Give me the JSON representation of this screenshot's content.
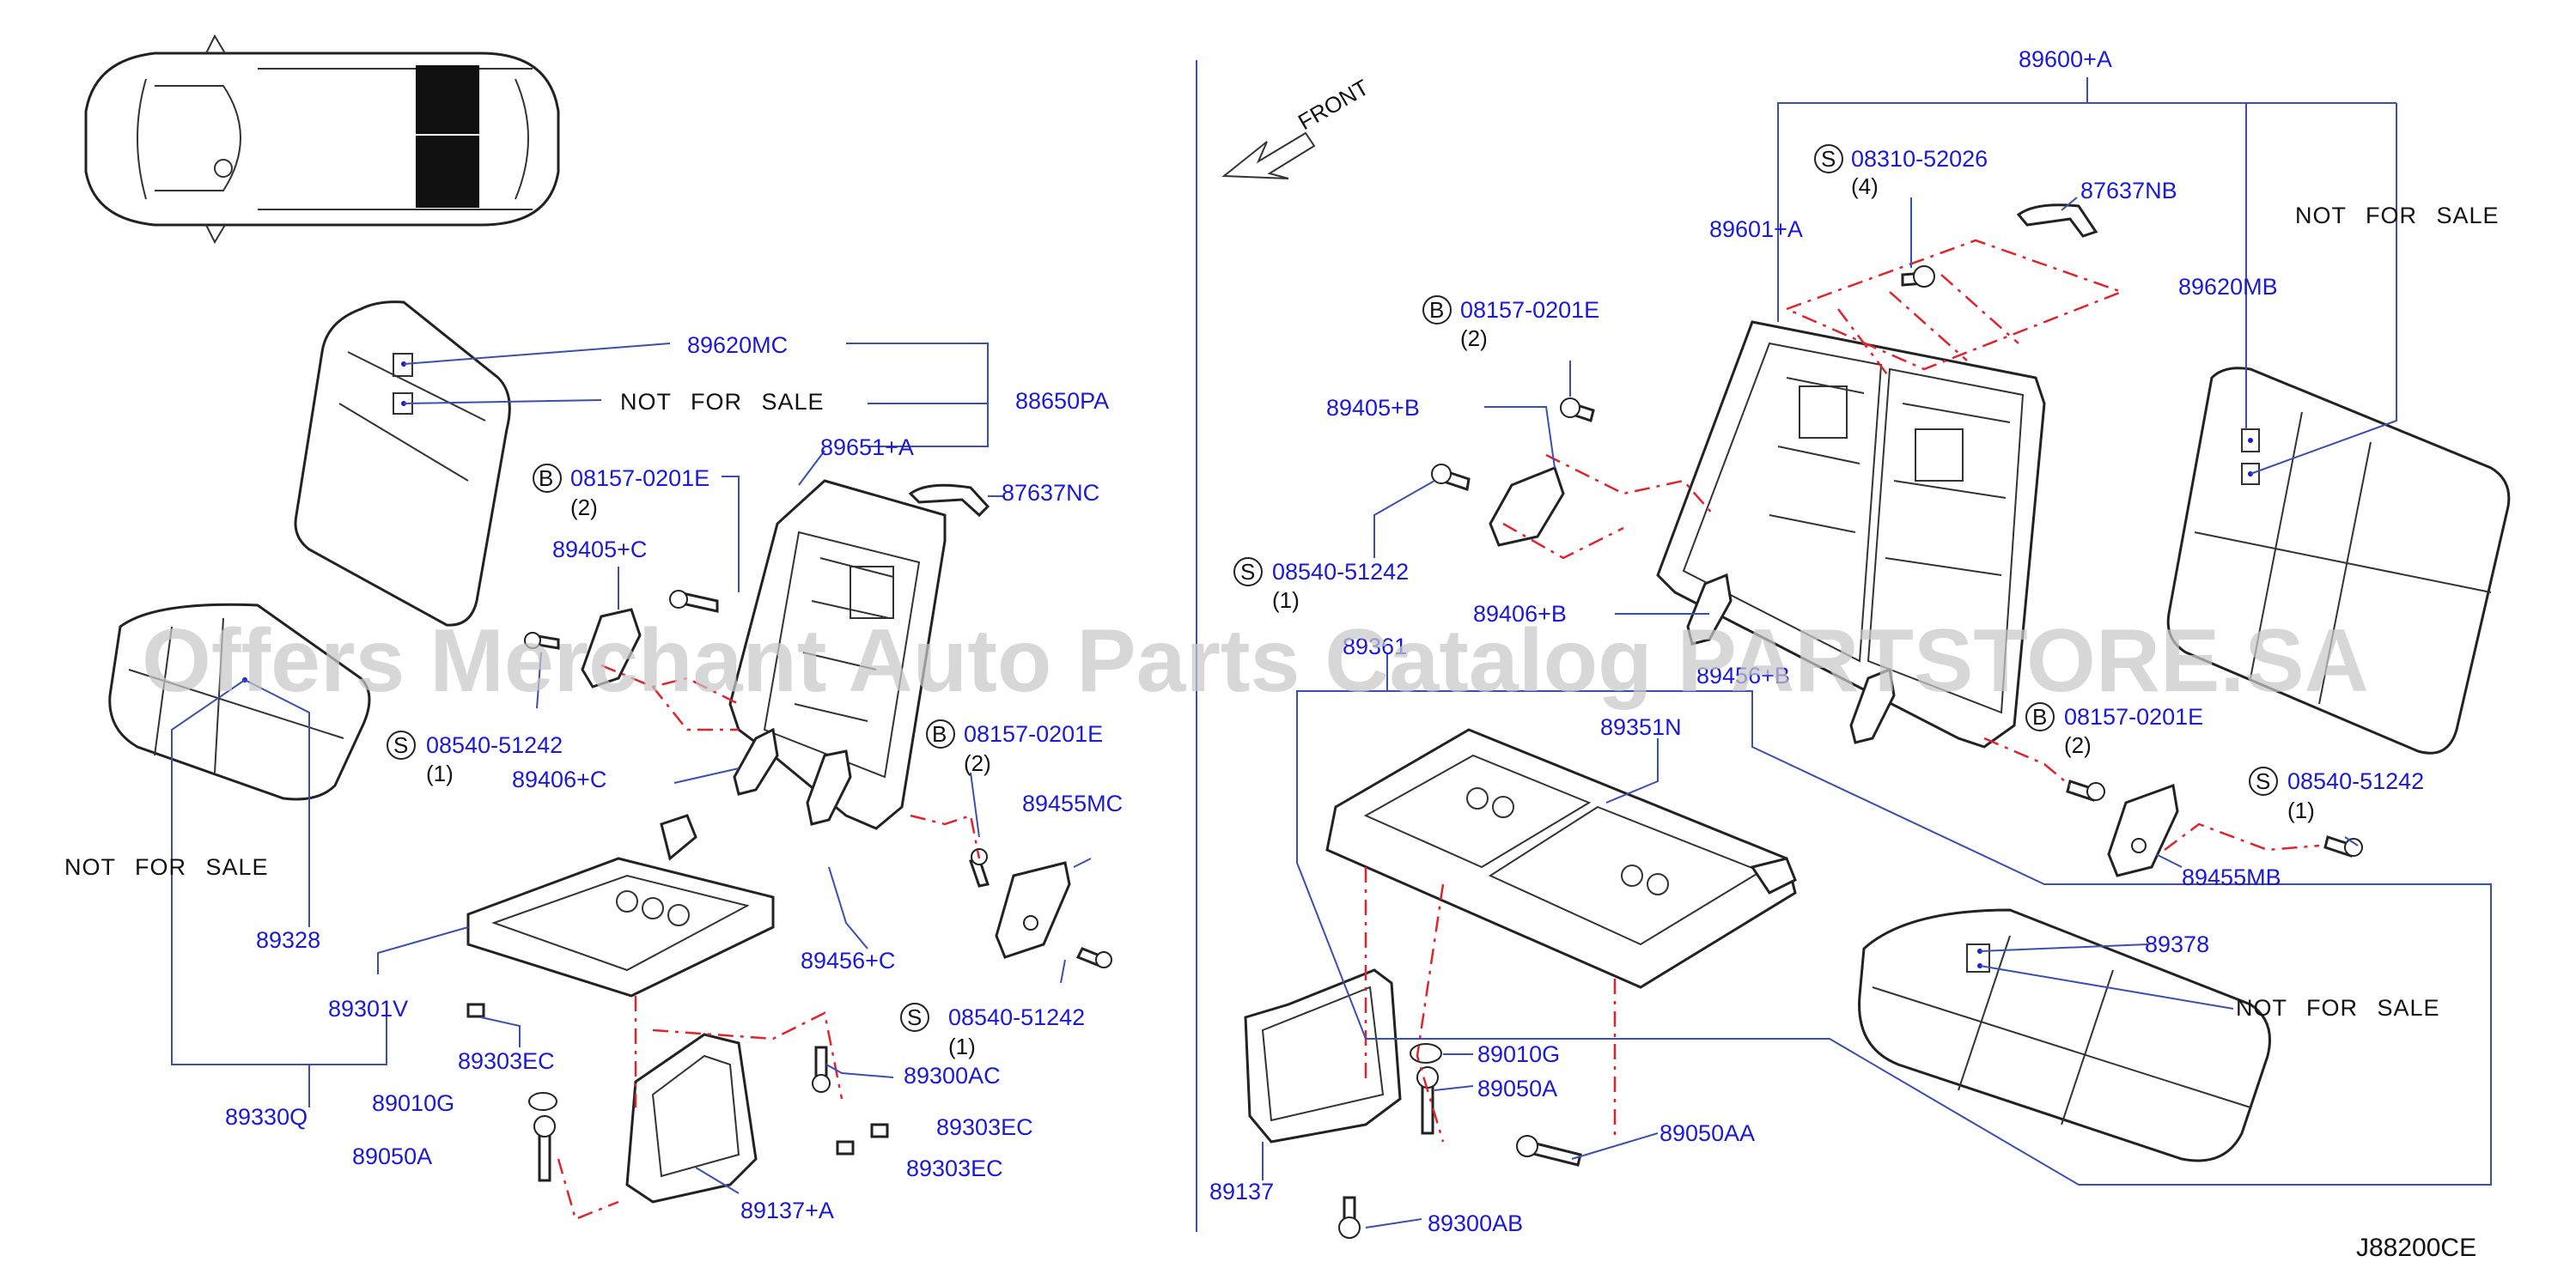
{
  "diagram_code": "J88200CE",
  "watermark": "Offers Merchant Auto Parts Catalog PARTSTORE.SA",
  "direction_label": "FRONT",
  "not_for_sale": "NOT FOR SALE",
  "colors": {
    "label": "#1a1ad6",
    "leader": "#3a4fb0",
    "dashed_guide": "#e0242c",
    "outline": "#222222"
  },
  "left_panel": {
    "labels": {
      "p89620MC": "89620MC",
      "p88650PA": "88650PA",
      "p89651A": "89651+A",
      "p87637NC": "87637NC",
      "b08157_top": "08157-0201E",
      "b08157_top_qty": "(2)",
      "p89405C": "89405+C",
      "s08540_1": "08540-51242",
      "s08540_1_qty": "(1)",
      "p89406C": "89406+C",
      "b08157_mid": "08157-0201E",
      "b08157_mid_qty": "(2)",
      "p89455MC": "89455MC",
      "p89328": "89328",
      "p89301V": "89301V",
      "p89456C": "89456+C",
      "s08540_2": "08540-51242",
      "s08540_2_qty": "(1)",
      "p89303EC_1": "89303EC",
      "p89300AC": "89300AC",
      "p89010G": "89010G",
      "p89330Q": "89330Q",
      "p89303EC_2": "89303EC",
      "p89050A": "89050A",
      "p89303EC_3": "89303EC",
      "p89137A": "89137+A"
    }
  },
  "right_panel": {
    "labels": {
      "p89600A": "89600+A",
      "s08310": "08310-52026",
      "s08310_qty": "(4)",
      "p87637NB": "87637NB",
      "p89601A": "89601+A",
      "p89620MB": "89620MB",
      "b08157_top": "08157-0201E",
      "b08157_top_qty": "(2)",
      "p89405B": "89405+B",
      "s08540_1": "08540-51242",
      "s08540_1_qty": "(1)",
      "p89406B": "89406+B",
      "p89361": "89361",
      "p89456B": "89456+B",
      "b08157_mid": "08157-0201E",
      "b08157_mid_qty": "(2)",
      "p89351N": "89351N",
      "s08540_2": "08540-51242",
      "s08540_2_qty": "(1)",
      "p89455MB": "89455MB",
      "p89378": "89378",
      "p89010G": "89010G",
      "p89050A": "89050A",
      "p89050AA": "89050AA",
      "p89137": "89137",
      "p89300AB": "89300AB"
    }
  },
  "circle_letters": {
    "bolt": "B",
    "screw": "S"
  }
}
